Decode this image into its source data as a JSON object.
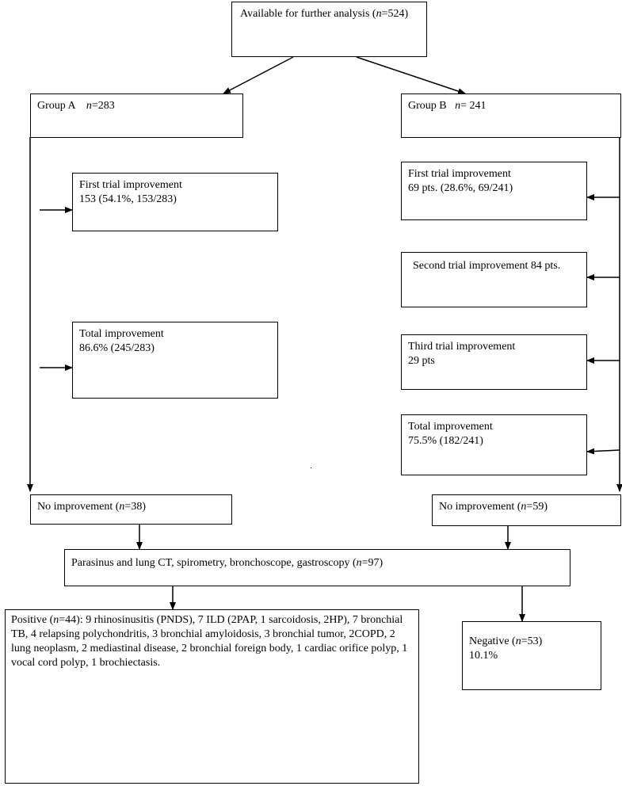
{
  "nodes": {
    "available": {
      "text": "Available for further analysis (n=524)"
    },
    "group_a": {
      "text": "Group A    n=283"
    },
    "group_b": {
      "text": "Group B   n= 241"
    },
    "a_first": {
      "line1": "First trial improvement",
      "line2": "153 (54.1%, 153/283)"
    },
    "a_total": {
      "line1": "Total improvement",
      "line2": "86.6% (245/283)"
    },
    "b_first": {
      "line1": "First trial improvement",
      "line2": "69 pts. (28.6%, 69/241)"
    },
    "b_second": {
      "line1": "Second trial improvement 84 pts."
    },
    "b_third": {
      "line1": "Third trial improvement",
      "line2": "29 pts"
    },
    "b_total": {
      "line1": "Total improvement",
      "line2": "75.5% (182/241)"
    },
    "a_noimp": {
      "text": "No improvement (n=38)"
    },
    "b_noimp": {
      "text": "No improvement (n=59)"
    },
    "exams": {
      "text": "Parasinus and lung CT, spirometry, bronchoscope, gastroscopy (n=97)"
    },
    "positive": {
      "text": "Positive (n=44): 9 rhinosinusitis (PNDS), 7 ILD (2PAP, 1 sarcoidosis, 2HP), 7 bronchial TB, 4 relapsing polychondritis, 3 bronchial amyloidosis, 3 bronchial tumor, 2COPD, 2 lung neoplasm, 2 mediastinal disease, 2 bronchial foreign body, 1 cardiac orifice polyp, 1 vocal cord polyp, 1 brochiectasis."
    },
    "negative": {
      "line1": "Negative (n=53)",
      "line2": "10.1%"
    }
  },
  "colors": {
    "stroke": "#000000",
    "background": "#ffffff"
  }
}
